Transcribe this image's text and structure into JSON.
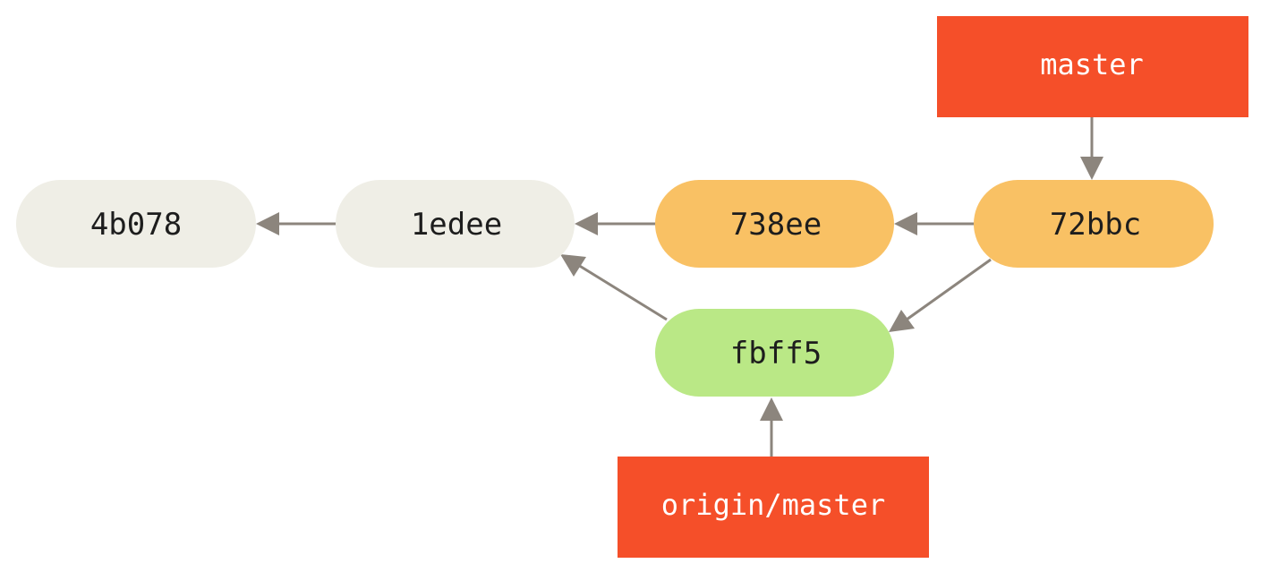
{
  "commits": [
    {
      "id": "4b078",
      "color": "#efeee6"
    },
    {
      "id": "1edee",
      "color": "#efeee6"
    },
    {
      "id": "738ee",
      "color": "#f9c164"
    },
    {
      "id": "72bbc",
      "color": "#f9c164"
    },
    {
      "id": "fbff5",
      "color": "#bae886"
    }
  ],
  "refs": [
    {
      "label": "master",
      "points_to": "72bbc",
      "color": "#f54f29"
    },
    {
      "label": "origin/master",
      "points_to": "fbff5",
      "color": "#f54f29"
    }
  ],
  "parent_links": [
    {
      "from": "1edee",
      "to": "4b078"
    },
    {
      "from": "738ee",
      "to": "1edee"
    },
    {
      "from": "72bbc",
      "to": "738ee"
    },
    {
      "from": "fbff5",
      "to": "1edee"
    },
    {
      "from": "72bbc",
      "to": "fbff5"
    }
  ],
  "arrow_color": "#8c857d"
}
